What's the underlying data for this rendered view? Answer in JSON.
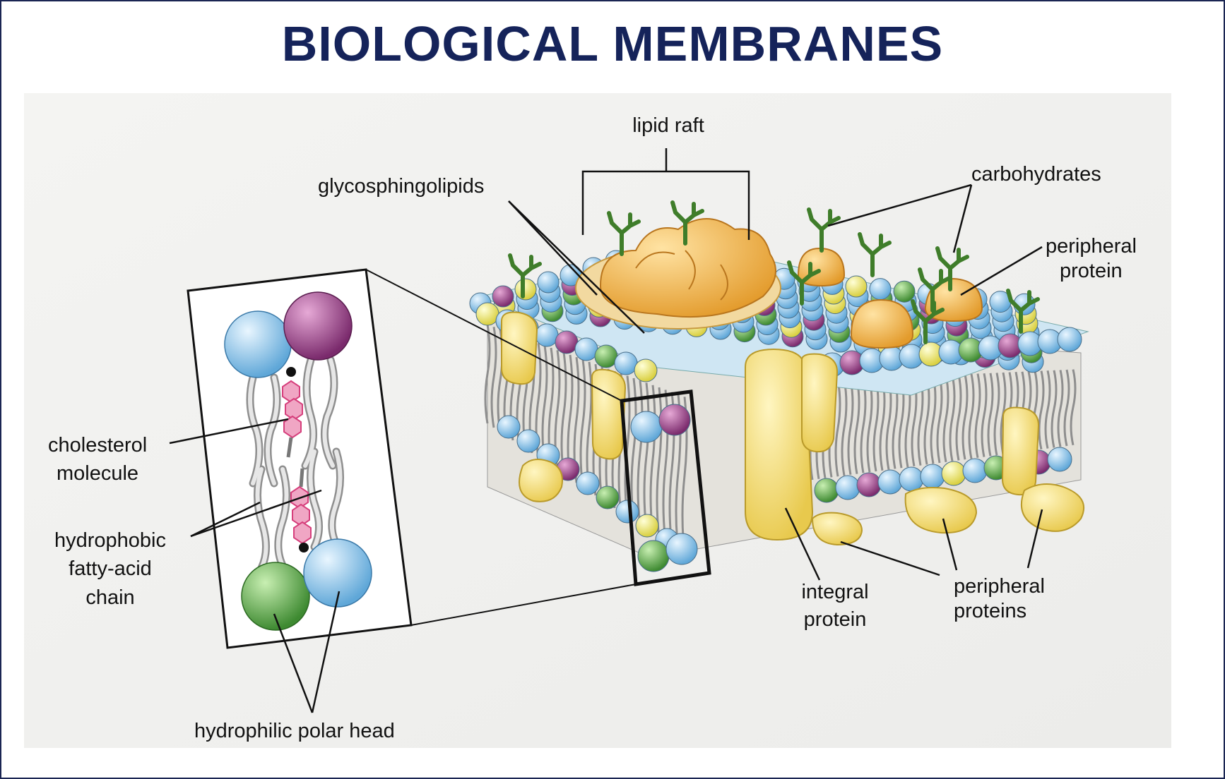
{
  "title": "BIOLOGICAL MEMBRANES",
  "labels": {
    "lipid_raft": "lipid raft",
    "glycosphingolipids": "glycosphingolipids",
    "carbohydrates": "carbohydrates",
    "peripheral_protein_l1": "peripheral",
    "peripheral_protein_l2": "protein",
    "cholesterol_l1": "cholesterol",
    "cholesterol_l2": "molecule",
    "hydrophobic_l1": "hydrophobic",
    "hydrophobic_l2": "fatty-acid",
    "hydrophobic_l3": "chain",
    "hydrophilic": "hydrophilic polar head",
    "integral_l1": "integral",
    "integral_l2": "protein",
    "peripheral_proteins_l1": "peripheral",
    "peripheral_proteins_l2": "proteins"
  },
  "colors": {
    "title": "#15235a",
    "head_blue": "#8fc7e8",
    "head_purple": "#a0458f",
    "head_green": "#5aa84a",
    "head_yellow": "#eee56a",
    "protein_yellow": "#f3dd72",
    "raft_orange": "#f1b74a",
    "carbohydrate_green": "#3f7d2a",
    "cholesterol_pink": "#e8689a",
    "tail_gray": "#b9b9b9"
  }
}
